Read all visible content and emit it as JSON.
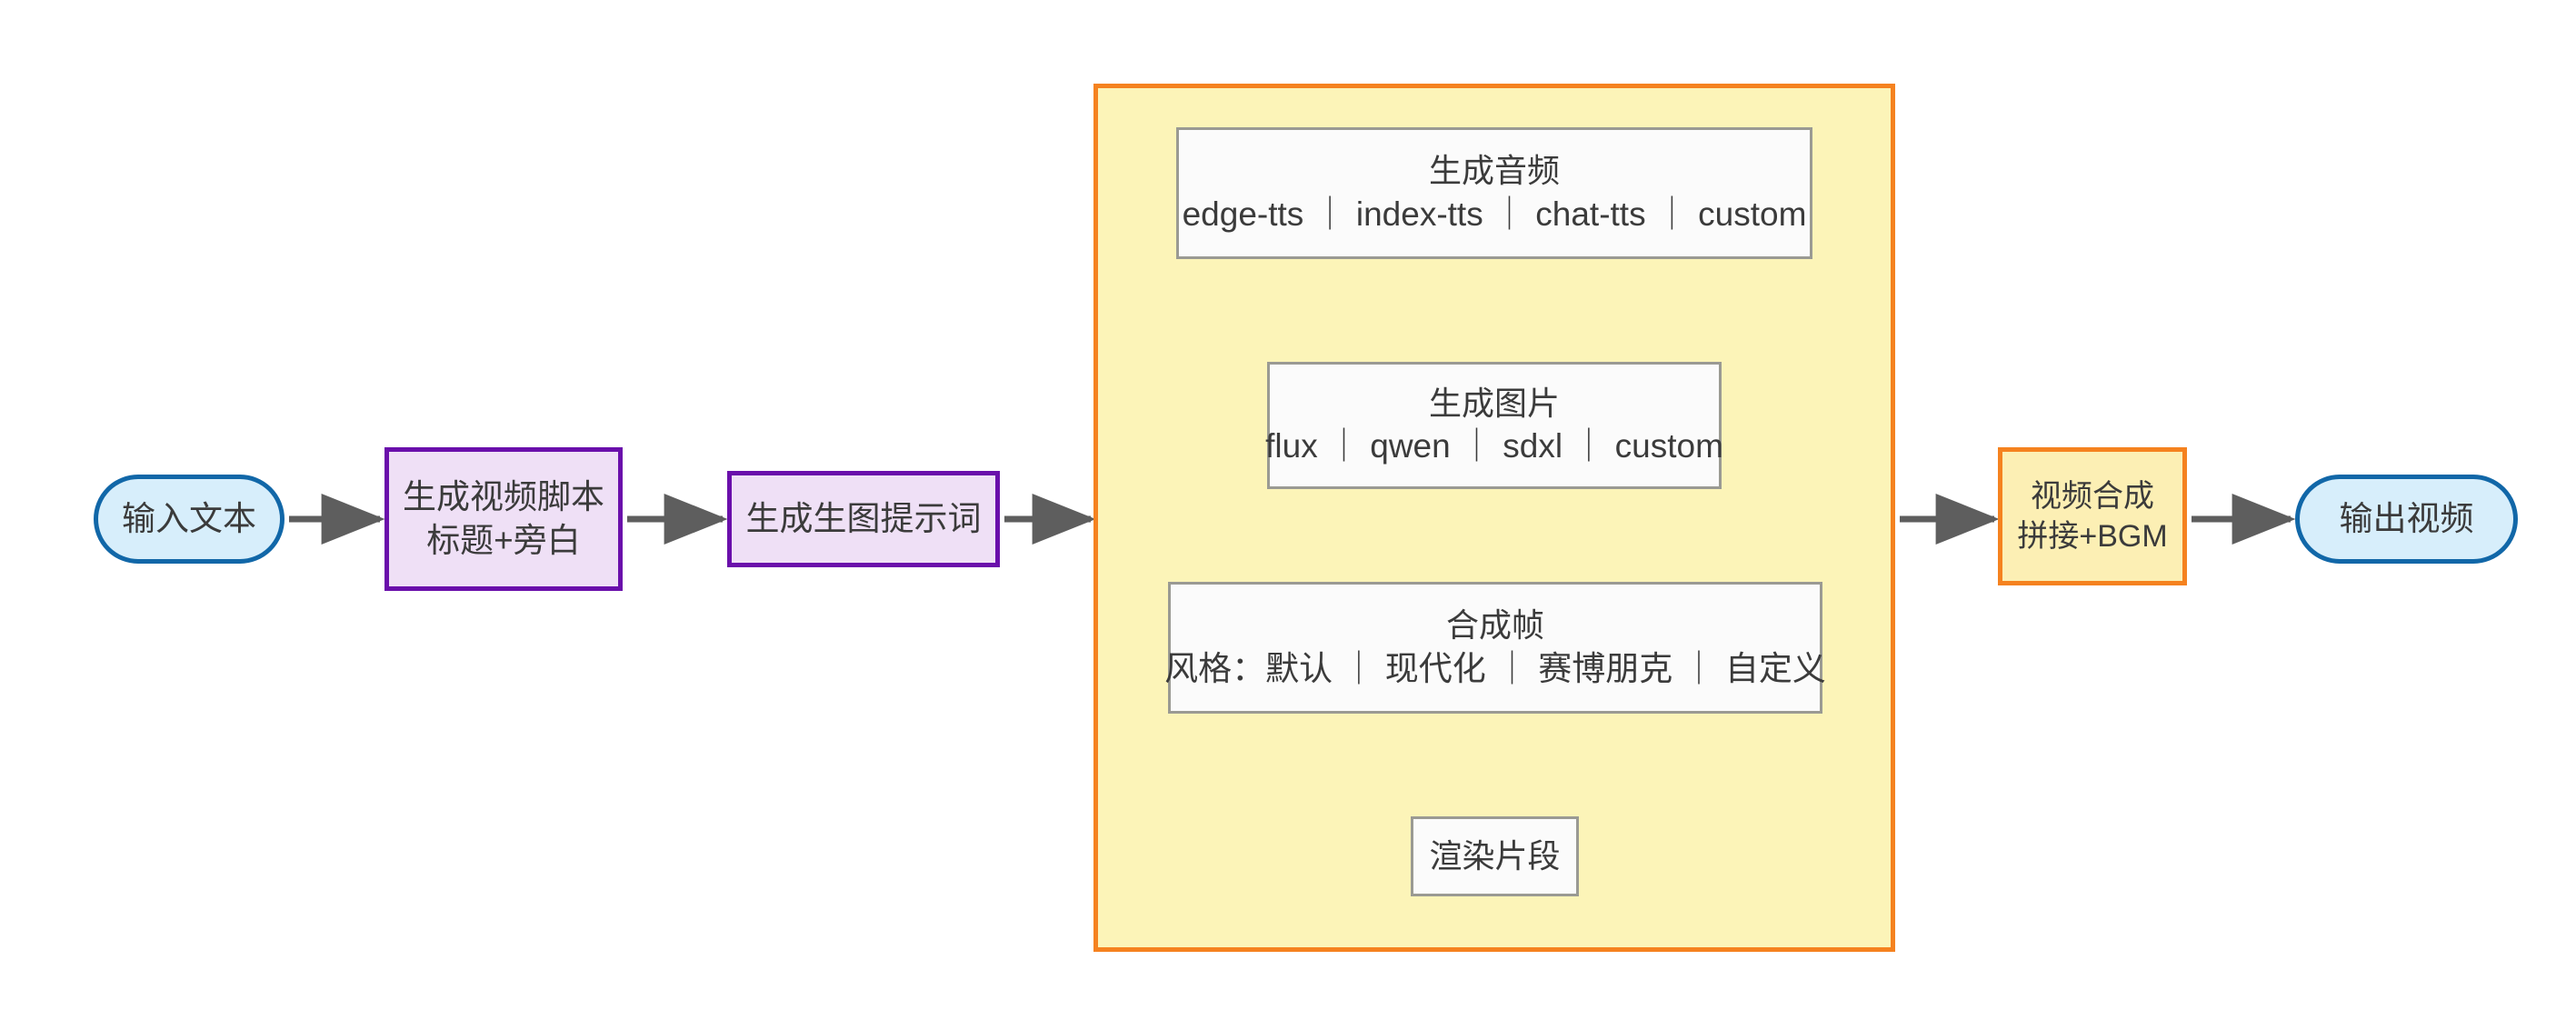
{
  "diagram": {
    "type": "flowchart",
    "direction": "left-to-right",
    "background": "#ffffff",
    "edge_color": "#5e5e5e"
  },
  "nodes": {
    "input_text": {
      "label": "输入文本",
      "shape": "stadium",
      "fill": "#d7eefb",
      "stroke": "#1167a8"
    },
    "script": {
      "line1": "生成视频脚本",
      "line2": "标题+旁白",
      "shape": "rect",
      "fill": "#efe0f6",
      "stroke": "#6a0fab"
    },
    "prompt": {
      "label": "生成生图提示词",
      "shape": "rect",
      "fill": "#efe0f6",
      "stroke": "#6a0fab"
    },
    "audio": {
      "line1": "生成音频",
      "line2": "edge-tts ｜ index-tts ｜ chat-tts ｜ custom",
      "shape": "rect",
      "fill": "#fbfbfb",
      "stroke": "#9a9a93"
    },
    "image": {
      "line1": "生成图片",
      "line2": "flux ｜ qwen ｜ sdxl ｜ custom",
      "shape": "rect",
      "fill": "#fbfbfb",
      "stroke": "#9a9a93"
    },
    "frames": {
      "line1": "合成帧",
      "line2": "风格：默认 ｜ 现代化 ｜ 赛博朋克 ｜ 自定义",
      "shape": "rect",
      "fill": "#fbfbfb",
      "stroke": "#9a9a93"
    },
    "render": {
      "label": "渲染片段",
      "shape": "rect",
      "fill": "#fbfbfb",
      "stroke": "#9a9a93"
    },
    "compose": {
      "line1": "视频合成",
      "line2": "拼接+BGM",
      "shape": "rect",
      "fill": "#fcefb4",
      "stroke": "#f5821f"
    },
    "output": {
      "label": "输出视频",
      "shape": "stadium",
      "fill": "#d7eefb",
      "stroke": "#1167a8"
    }
  },
  "subgraph": {
    "fill": "#fcf4b8",
    "stroke": "#f5821f",
    "title": ""
  },
  "edges": [
    {
      "from": "input_text",
      "to": "script",
      "orientation": "horizontal"
    },
    {
      "from": "script",
      "to": "prompt",
      "orientation": "horizontal"
    },
    {
      "from": "prompt",
      "to": "subgraph",
      "orientation": "horizontal"
    },
    {
      "from": "audio",
      "to": "image",
      "orientation": "vertical"
    },
    {
      "from": "image",
      "to": "frames",
      "orientation": "vertical"
    },
    {
      "from": "frames",
      "to": "render",
      "orientation": "vertical"
    },
    {
      "from": "subgraph",
      "to": "compose",
      "orientation": "horizontal"
    },
    {
      "from": "compose",
      "to": "output",
      "orientation": "horizontal"
    }
  ]
}
